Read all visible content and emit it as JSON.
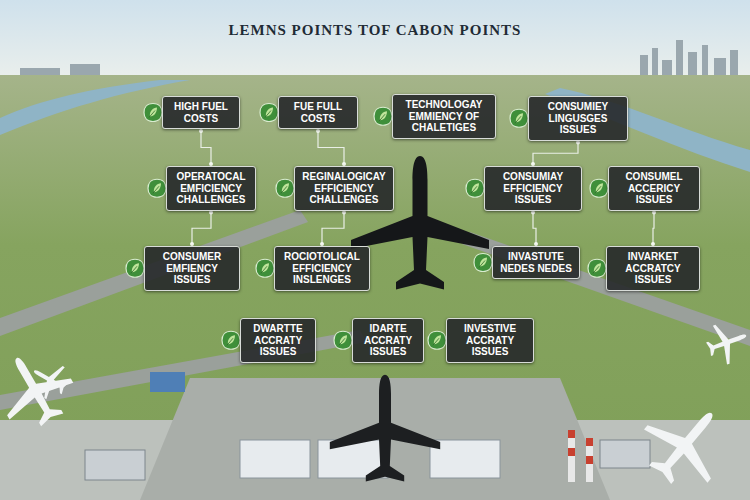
{
  "diagram": {
    "title": "LEMNS POINTS TOF CABON POINTS",
    "nodes": [
      {
        "text": [
          "HIGH FUEL COSTS"
        ]
      },
      {
        "text": [
          "FUE FULL COSTS"
        ]
      },
      {
        "text": [
          "TECHNOLOGAY EMMIENCY OF CHALETIGES"
        ]
      },
      {
        "text": [
          "CONSUMIEY LINGUSGES ISSUES"
        ]
      },
      {
        "text": [
          "OPERATOCAL EMFICIENCY CHALLENGES"
        ]
      },
      {
        "text": [
          "REGINALOGICAY EFFICIENCY CHALLENGES"
        ]
      },
      {
        "text": [
          "CONSUMIAY EFFICIENCY ISSUES"
        ]
      },
      {
        "text": [
          "CONSUMEL ACCERICY ISSUES"
        ]
      },
      {
        "text": [
          "CONSUMER EMFIENCY ISSUES"
        ]
      },
      {
        "text": [
          "ROCIOTOLICAL EFFICIENCY INSLENGES"
        ]
      },
      {
        "text": [
          "INVASTUTE NEDES NEDES"
        ]
      },
      {
        "text": [
          "INVARKET ACCRATCY ISSUES"
        ]
      },
      {
        "text": [
          "DWARTTE ACCRATY ISSUES"
        ]
      },
      {
        "text": [
          "IDARTE ACCRATY ISSUES"
        ]
      },
      {
        "text": [
          "INVESTIVE ACCRATY ISSUES"
        ]
      }
    ],
    "edges": [
      {
        "from": 0,
        "to": 4,
        "arrow": "none"
      },
      {
        "from": 1,
        "to": 5,
        "arrow": "none"
      },
      {
        "from": 3,
        "to": 6,
        "arrow": "none"
      },
      {
        "from": 4,
        "to": 8,
        "arrow": "none"
      },
      {
        "from": 5,
        "to": 9,
        "arrow": "none"
      },
      {
        "from": 6,
        "to": 10,
        "arrow": "none"
      },
      {
        "from": 7,
        "to": 11,
        "arrow": "none"
      }
    ]
  }
}
